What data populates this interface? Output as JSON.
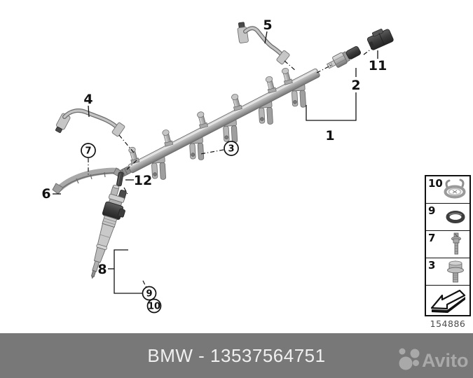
{
  "figure": {
    "callout_labels": {
      "n1": "1",
      "n2": "2",
      "n3": "3",
      "n4": "4",
      "n5": "5",
      "n6": "6",
      "n7": "7",
      "n8": "8",
      "n9": "9",
      "n10": "10",
      "n11": "11",
      "n12": "12"
    }
  },
  "sidebar": {
    "rows": [
      {
        "ref": "10",
        "icon": "retaining-clip-icon"
      },
      {
        "ref": "9",
        "icon": "o-ring-icon"
      },
      {
        "ref": "7",
        "icon": "decoupling-pin-icon"
      },
      {
        "ref": "3",
        "icon": "flange-bolt-icon"
      }
    ],
    "direction_icon": "direction-arrow-icon",
    "figure_number": "154886"
  },
  "footer": {
    "title": "BMW - 13537564751",
    "brand": "Avito"
  },
  "colors": {
    "footer_bg": "#787878",
    "footer_text": "#f0f0f0",
    "watermark": "#a9a9a9",
    "diagram_line": "#111111",
    "metal": "#b5b5b5",
    "dark_part": "#3a3a3a"
  }
}
